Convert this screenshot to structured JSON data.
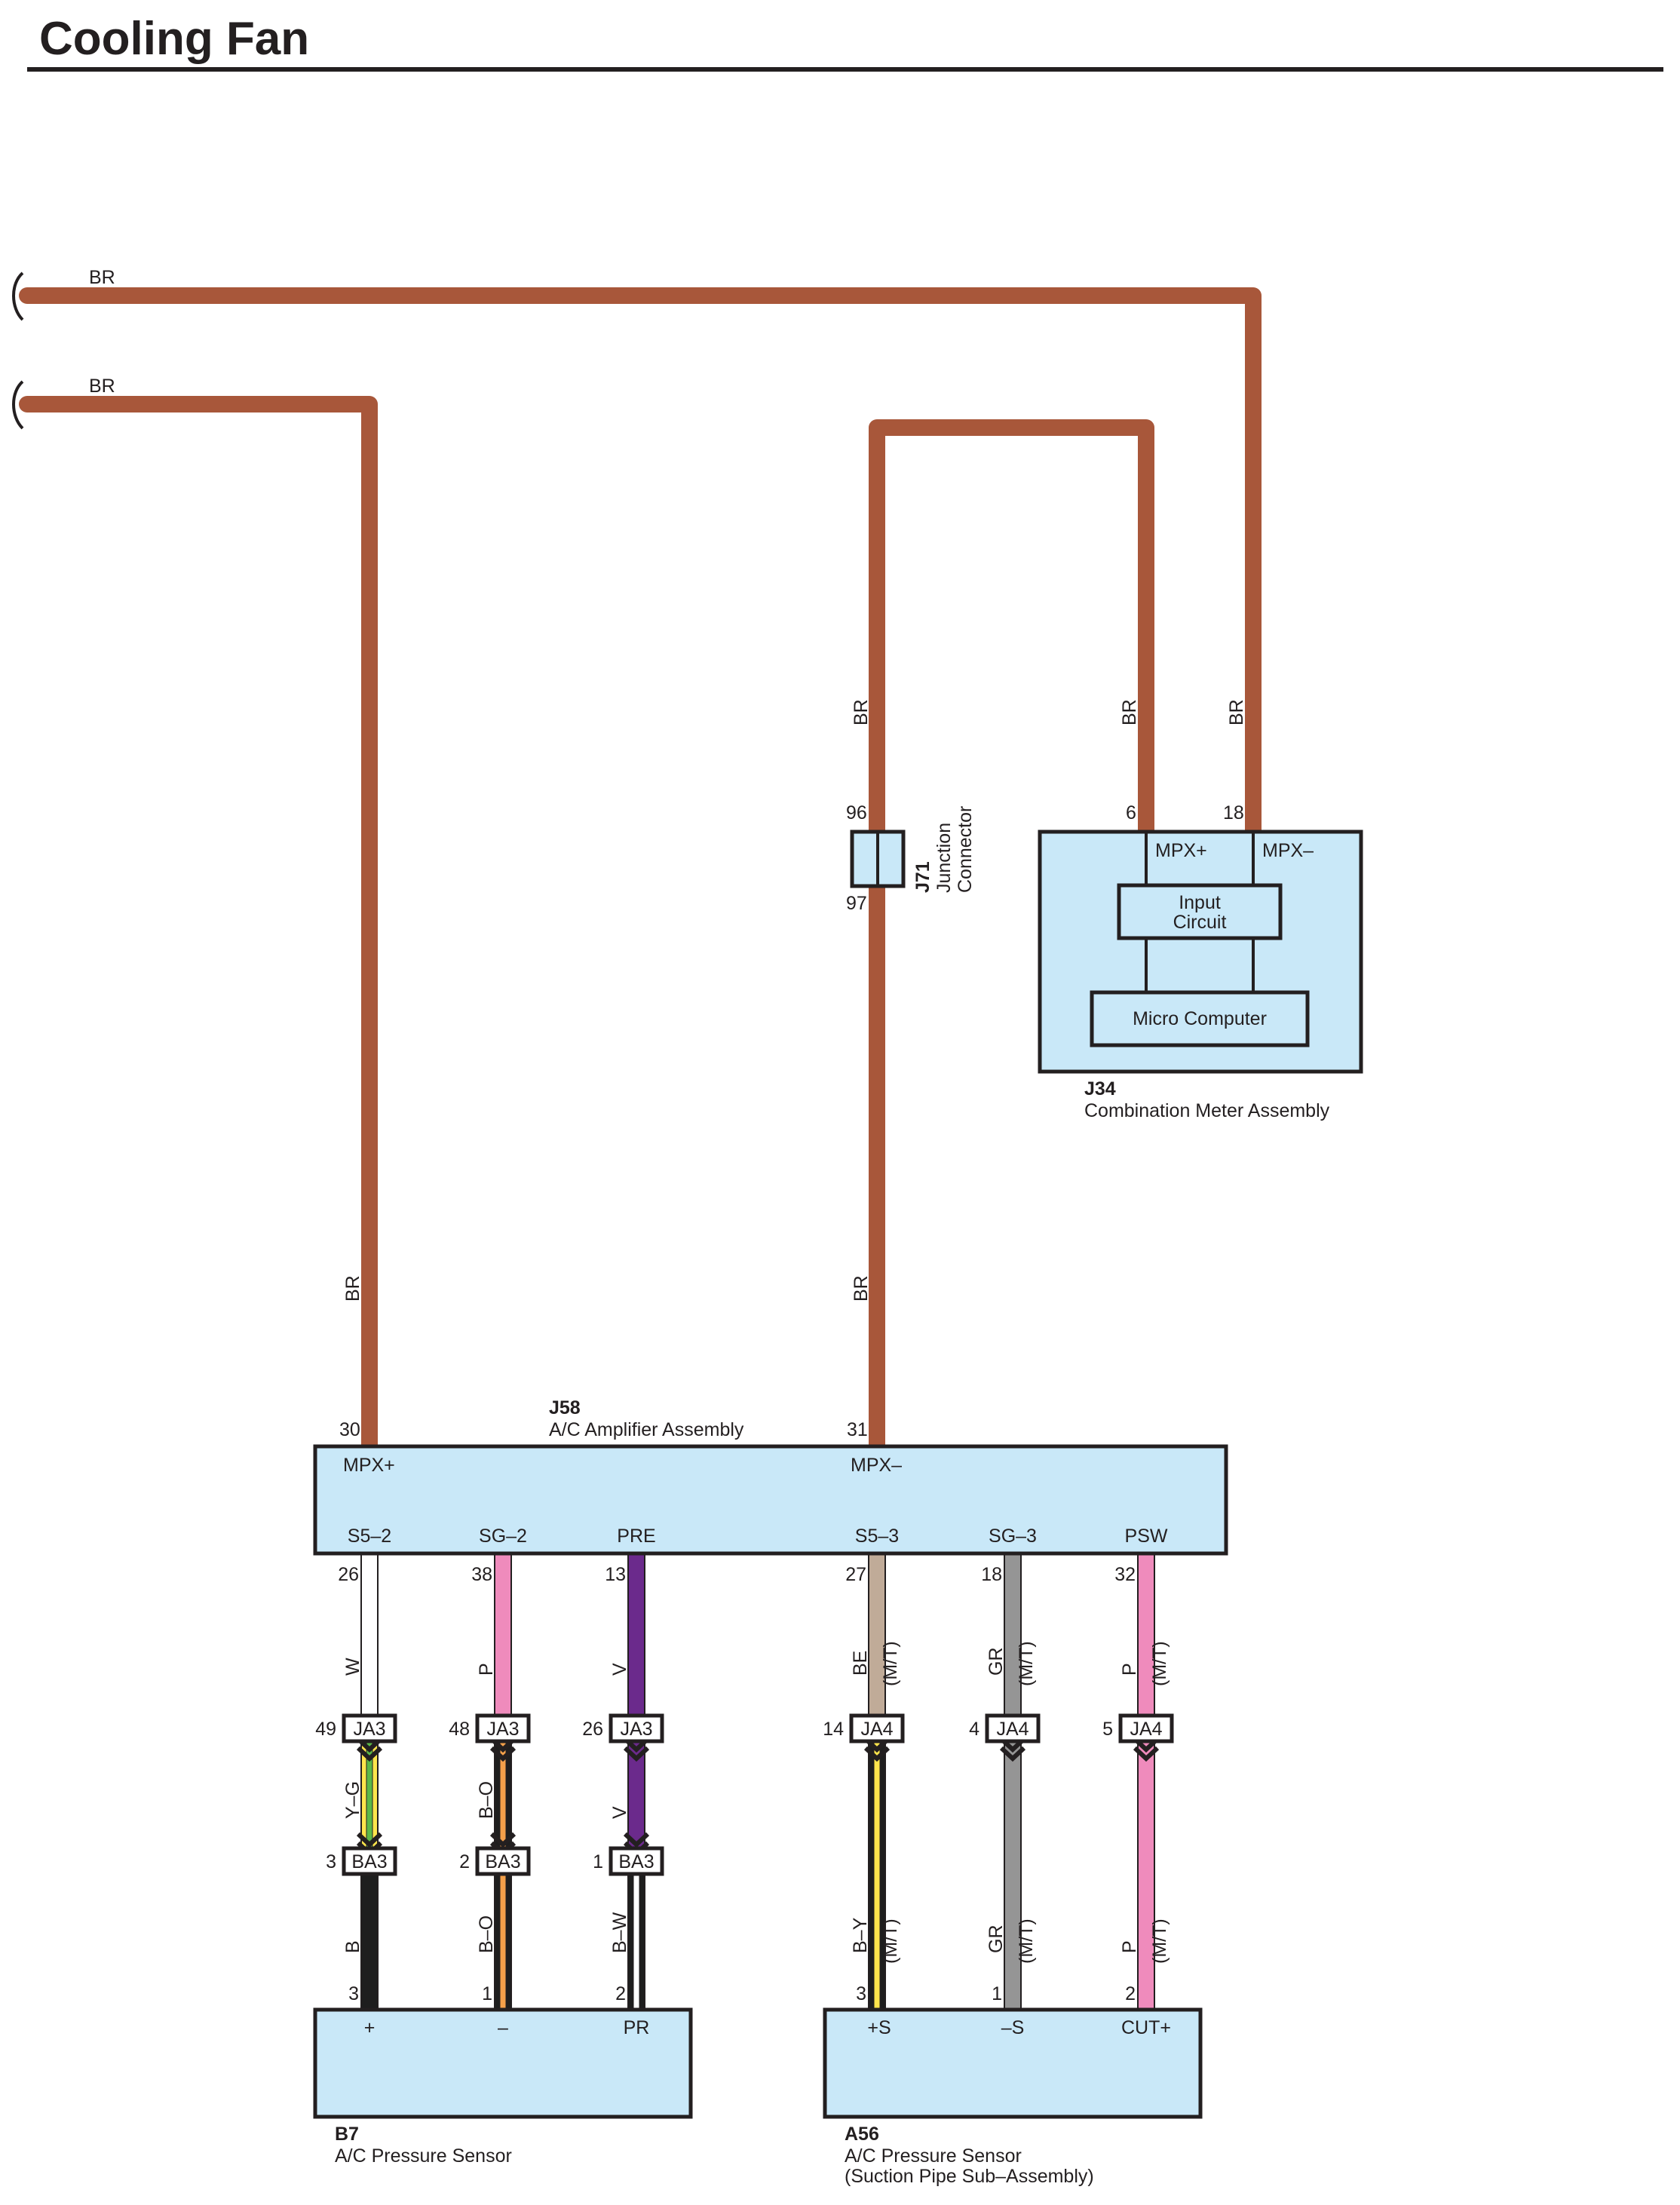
{
  "title": "Cooling Fan",
  "colors": {
    "BR": "#a8573a",
    "W": "#ffffff",
    "P": "#ef8bbc",
    "V": "#6b2a8c",
    "BE": "#c0ab98",
    "GR": "#959595",
    "B": "#1e1e1e",
    "Y": "#ffe54c",
    "G": "#5cb848",
    "O": "#f4a04a",
    "box": "#c9e8f8",
    "ink": "#231f20"
  },
  "top_wires": [
    {
      "label": "BR"
    },
    {
      "label": "BR"
    }
  ],
  "components": {
    "j71": {
      "id": "J71",
      "name": "Junction",
      "name2": "Connector",
      "pin_top": "96",
      "pin_bottom": "97",
      "wire_top": "BR",
      "wire_bottom": "BR"
    },
    "j34": {
      "id": "J34",
      "name": "Combination Meter Assembly",
      "pin1": "6",
      "pin2": "18",
      "term1": "MPX+",
      "term2": "MPX–",
      "wire1": "BR",
      "wire2": "BR",
      "inner1_line1": "Input",
      "inner1_line2": "Circuit",
      "inner2": "Micro Computer"
    },
    "j58": {
      "id": "J58",
      "name": "A/C Amplifier Assembly",
      "top_pins": [
        {
          "pin": "30",
          "term": "MPX+",
          "wire": "BR"
        },
        {
          "pin": "31",
          "term": "MPX–",
          "wire": "BR"
        }
      ],
      "bottom_pins": [
        {
          "pin": "26",
          "term": "S5–2",
          "wire": "W",
          "note": "",
          "conn": "JA3",
          "conn_pin": "49",
          "wire2": "Y–G",
          "conn2": "BA3",
          "conn2_pin": "3",
          "wire3": "B",
          "note3": "",
          "end_pin": "3"
        },
        {
          "pin": "38",
          "term": "SG–2",
          "wire": "P",
          "note": "",
          "conn": "JA3",
          "conn_pin": "48",
          "wire2": "B–O",
          "conn2": "BA3",
          "conn2_pin": "2",
          "wire3": "B–O",
          "note3": "",
          "end_pin": "1"
        },
        {
          "pin": "13",
          "term": "PRE",
          "wire": "V",
          "note": "",
          "conn": "JA3",
          "conn_pin": "26",
          "wire2": "V",
          "conn2": "BA3",
          "conn2_pin": "1",
          "wire3": "B–W",
          "note3": "",
          "end_pin": "2"
        },
        {
          "pin": "27",
          "term": "S5–3",
          "wire": "BE",
          "note": "(M/T)",
          "conn": "JA4",
          "conn_pin": "14",
          "wire3": "B–Y",
          "note3": "(M/T)",
          "end_pin": "3"
        },
        {
          "pin": "18",
          "term": "SG–3",
          "wire": "GR",
          "note": "(M/T)",
          "conn": "JA4",
          "conn_pin": "4",
          "wire3": "GR",
          "note3": "(M/T)",
          "end_pin": "1"
        },
        {
          "pin": "32",
          "term": "PSW",
          "wire": "P",
          "note": "(M/T)",
          "conn": "JA4",
          "conn_pin": "5",
          "wire3": "P",
          "note3": "(M/T)",
          "end_pin": "2"
        }
      ]
    },
    "b7": {
      "id": "B7",
      "name": "A/C Pressure Sensor",
      "terms": [
        "+",
        "–",
        "PR"
      ]
    },
    "a56": {
      "id": "A56",
      "name": "A/C Pressure Sensor",
      "name2": "(Suction Pipe Sub–Assembly)",
      "terms": [
        "+S",
        "–S",
        "CUT+"
      ]
    }
  }
}
